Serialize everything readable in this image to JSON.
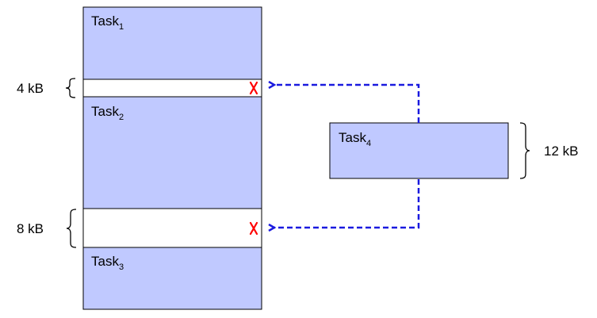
{
  "colors": {
    "task_fill": "#c0c9ff",
    "free_fill": "#ffffff",
    "arrow": "#1a1adf",
    "reject_mark": "#ff0000"
  },
  "memory": {
    "task1": {
      "name": "Task",
      "index": "1"
    },
    "gap1": {
      "size": "4 kB",
      "icon": "red-x-icon"
    },
    "task2": {
      "name": "Task",
      "index": "2"
    },
    "gap2": {
      "size": "8 kB",
      "icon": "red-x-icon"
    },
    "task3": {
      "name": "Task",
      "index": "3"
    }
  },
  "incoming": {
    "task4": {
      "name": "Task",
      "index": "4",
      "size": "12 kB"
    }
  }
}
